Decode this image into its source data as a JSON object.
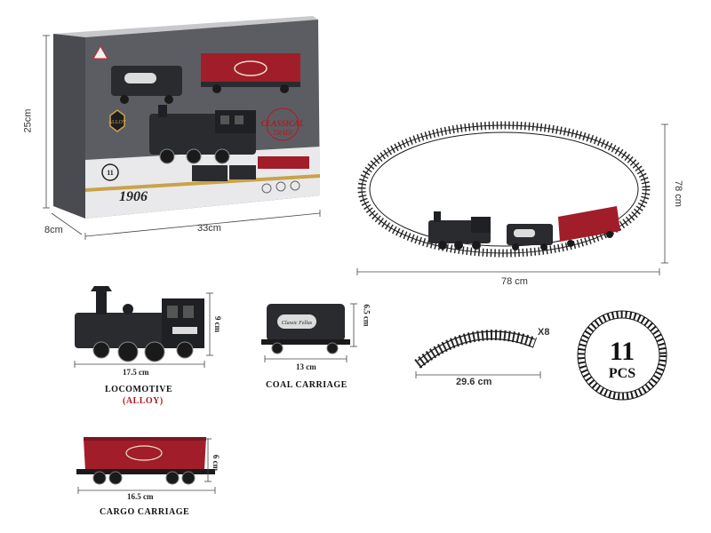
{
  "box": {
    "brand": "ALLOY",
    "title": "1906",
    "classical_line1": "CLASSICAL",
    "classical_line2": "TRAIN",
    "pcs": "11",
    "dim_height": "25cm",
    "dim_depth": "8cm",
    "dim_width": "33cm"
  },
  "track_layout": {
    "dim_width": "78 cm",
    "dim_height": "78 cm"
  },
  "parts": {
    "locomotive": {
      "label": "LOCOMOTIVE",
      "sublabel": "(ALLOY)",
      "length": "17.5 cm",
      "height": "9 cm"
    },
    "coal_carriage": {
      "label": "COAL CARRIAGE",
      "length": "13 cm",
      "height": "6.5 cm",
      "plate": "Classic Fellas"
    },
    "track": {
      "length": "29.6 cm",
      "count": "X8"
    },
    "cargo_carriage": {
      "label": "CARGO CARRIAGE",
      "length": "16.5 cm",
      "height": "6 cm"
    }
  },
  "badge": {
    "number": "11",
    "unit": "PCS"
  },
  "colors": {
    "box_gray": "#5c5d62",
    "box_light": "#e9e9eb",
    "cargo_red": "#a11d2a",
    "loco_black": "#2a2b2f",
    "gold": "#c9a24a"
  }
}
